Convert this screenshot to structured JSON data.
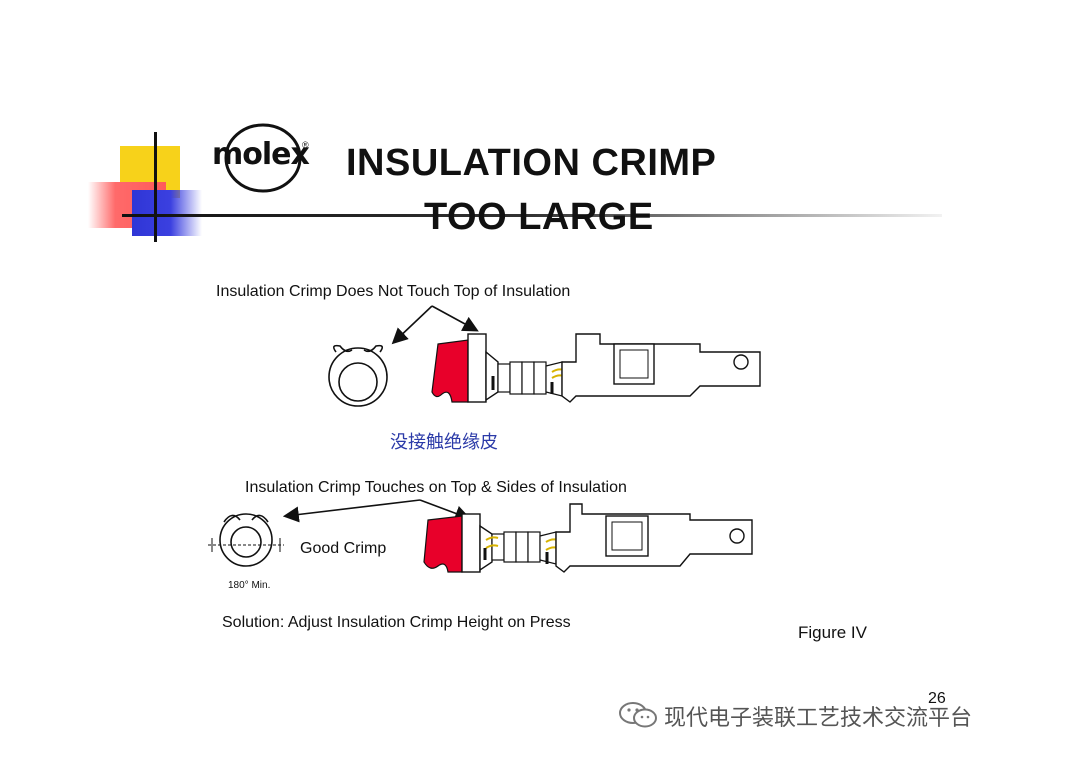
{
  "title_line1": "INSULATION CRIMP",
  "title_line2": "TOO LARGE",
  "logo_text": "molex",
  "logo_mark": "®",
  "top_label": "Insulation Crimp Does Not Touch Top of Insulation",
  "chinese_note": "没接触绝缘皮",
  "bottom_label": "Insulation Crimp Touches on Top & Sides of Insulation",
  "good_crimp": "Good Crimp",
  "min_angle": "180° Min.",
  "solution": "Solution: Adjust Insulation Crimp Height on Press",
  "figure_label": "Figure IV",
  "page_number": "26",
  "watermark": "现代电子装联工艺技术交流平台",
  "colors": {
    "red": "#e8002a",
    "yellow": "#f7d21a",
    "blue": "#2f36d6",
    "note": "#2b3aa8"
  }
}
